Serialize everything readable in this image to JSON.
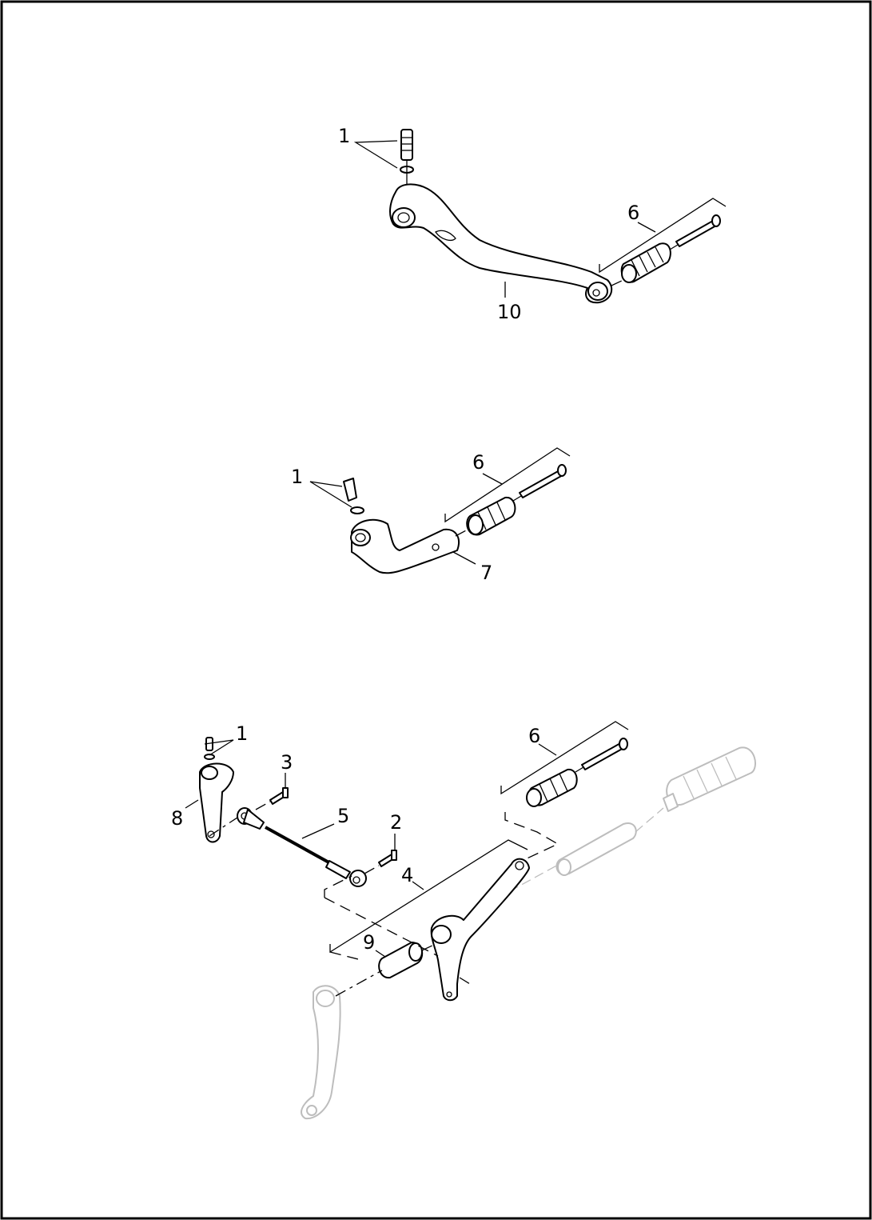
{
  "diagram": {
    "callouts_top": {
      "bolt": "1",
      "footpeg": "6",
      "shift_lever": "10"
    },
    "callouts_middle": {
      "bolt": "1",
      "footpeg": "6",
      "shift_lever": "7"
    },
    "callouts_bottom": {
      "bolt": "1",
      "screw_3": "3",
      "lever_8": "8",
      "shift_rod": "5",
      "screw_2": "2",
      "lever_assembly": "4",
      "bushing": "9",
      "footpeg": "6"
    }
  }
}
